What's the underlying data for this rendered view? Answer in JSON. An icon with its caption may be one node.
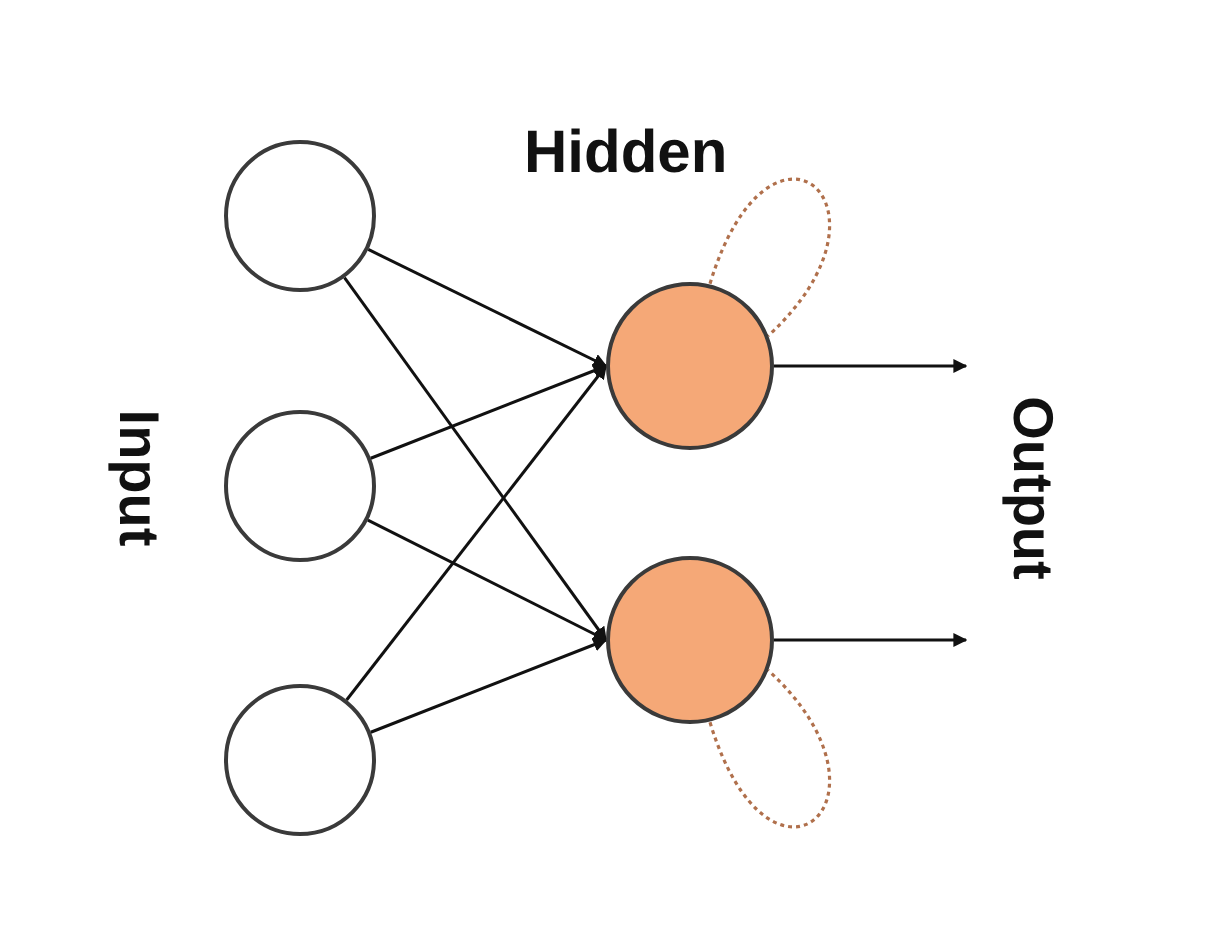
{
  "diagram": {
    "nodes": [
      {
        "text": [],
        "shape": "circle"
      },
      {
        "text": [],
        "shape": "circle"
      },
      {
        "text": [],
        "shape": "circle"
      },
      {
        "text": [],
        "shape": "circle"
      },
      {
        "text": [],
        "shape": "circle"
      }
    ],
    "edges": [
      {
        "from": 0,
        "to": 3,
        "arrow": "to"
      },
      {
        "from": 0,
        "to": 4,
        "arrow": "to"
      },
      {
        "from": 1,
        "to": 3,
        "arrow": "to"
      },
      {
        "from": 1,
        "to": 4,
        "arrow": "to"
      },
      {
        "from": 2,
        "to": 3,
        "arrow": "to"
      },
      {
        "from": 2,
        "to": 4,
        "arrow": "to"
      },
      {
        "from": 3,
        "to": 3,
        "arrow": "none",
        "style": "dashed",
        "color": "#b0704c"
      },
      {
        "from": 4,
        "to": 4,
        "arrow": "none",
        "style": "dashed",
        "color": "#b0704c"
      },
      {
        "from": 3,
        "to": null,
        "arrow": "to"
      },
      {
        "from": 4,
        "to": null,
        "arrow": "to"
      }
    ],
    "labels": [
      "Hidden",
      "Input",
      "Output"
    ]
  }
}
